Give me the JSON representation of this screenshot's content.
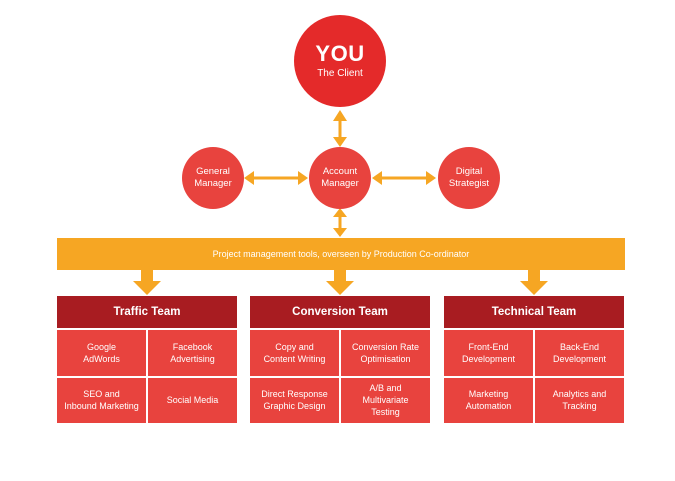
{
  "client": {
    "title": "YOU",
    "subtitle": "The Client"
  },
  "managers": {
    "general_manager": [
      "General",
      "Manager"
    ],
    "account_manager": [
      "Account",
      "Manager"
    ],
    "digital_strategist": [
      "Digital",
      "Strategist"
    ]
  },
  "bar": {
    "label": "Project management tools, overseen by Production Co-ordinator"
  },
  "teams": [
    {
      "name": "Traffic Team",
      "cells": [
        [
          "Google",
          "AdWords"
        ],
        [
          "Facebook",
          "Advertising"
        ],
        [
          "SEO and",
          "Inbound Marketing"
        ],
        [
          "Social Media"
        ]
      ]
    },
    {
      "name": "Conversion Team",
      "cells": [
        [
          "Copy and",
          "Content Writing"
        ],
        [
          "Conversion Rate",
          "Optimisation"
        ],
        [
          "Direct Response",
          "Graphic Design"
        ],
        [
          "A/B and",
          "Multivariate",
          "Testing"
        ]
      ]
    },
    {
      "name": "Technical Team",
      "cells": [
        [
          "Front-End",
          "Development"
        ],
        [
          "Back-End",
          "Development"
        ],
        [
          "Marketing",
          "Automation"
        ],
        [
          "Analytics and",
          "Tracking"
        ]
      ]
    }
  ],
  "colors": {
    "client": "#e42a2a",
    "node": "#e8433e",
    "team_header": "#a81c21",
    "bar": "#f6a623",
    "arrow": "#f6a623"
  }
}
